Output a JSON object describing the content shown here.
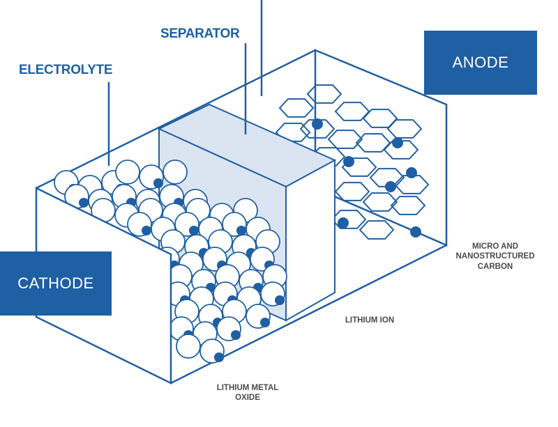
{
  "labels": {
    "anode": "ANODE",
    "cathode": "CATHODE",
    "separator": "SEPARATOR",
    "electrolyte": "ELECTROLYTE",
    "carbon": "MICRO AND\nNANOSTRUCTURED\nCARBON",
    "lithium_ion": "LITHIUM ION",
    "metal_oxide": "LITHIUM METAL\nOXIDE"
  },
  "colors": {
    "accent": "#1f5fa3",
    "separator_fill": "#dbe5f1",
    "text_gray": "#4a4a4a"
  }
}
